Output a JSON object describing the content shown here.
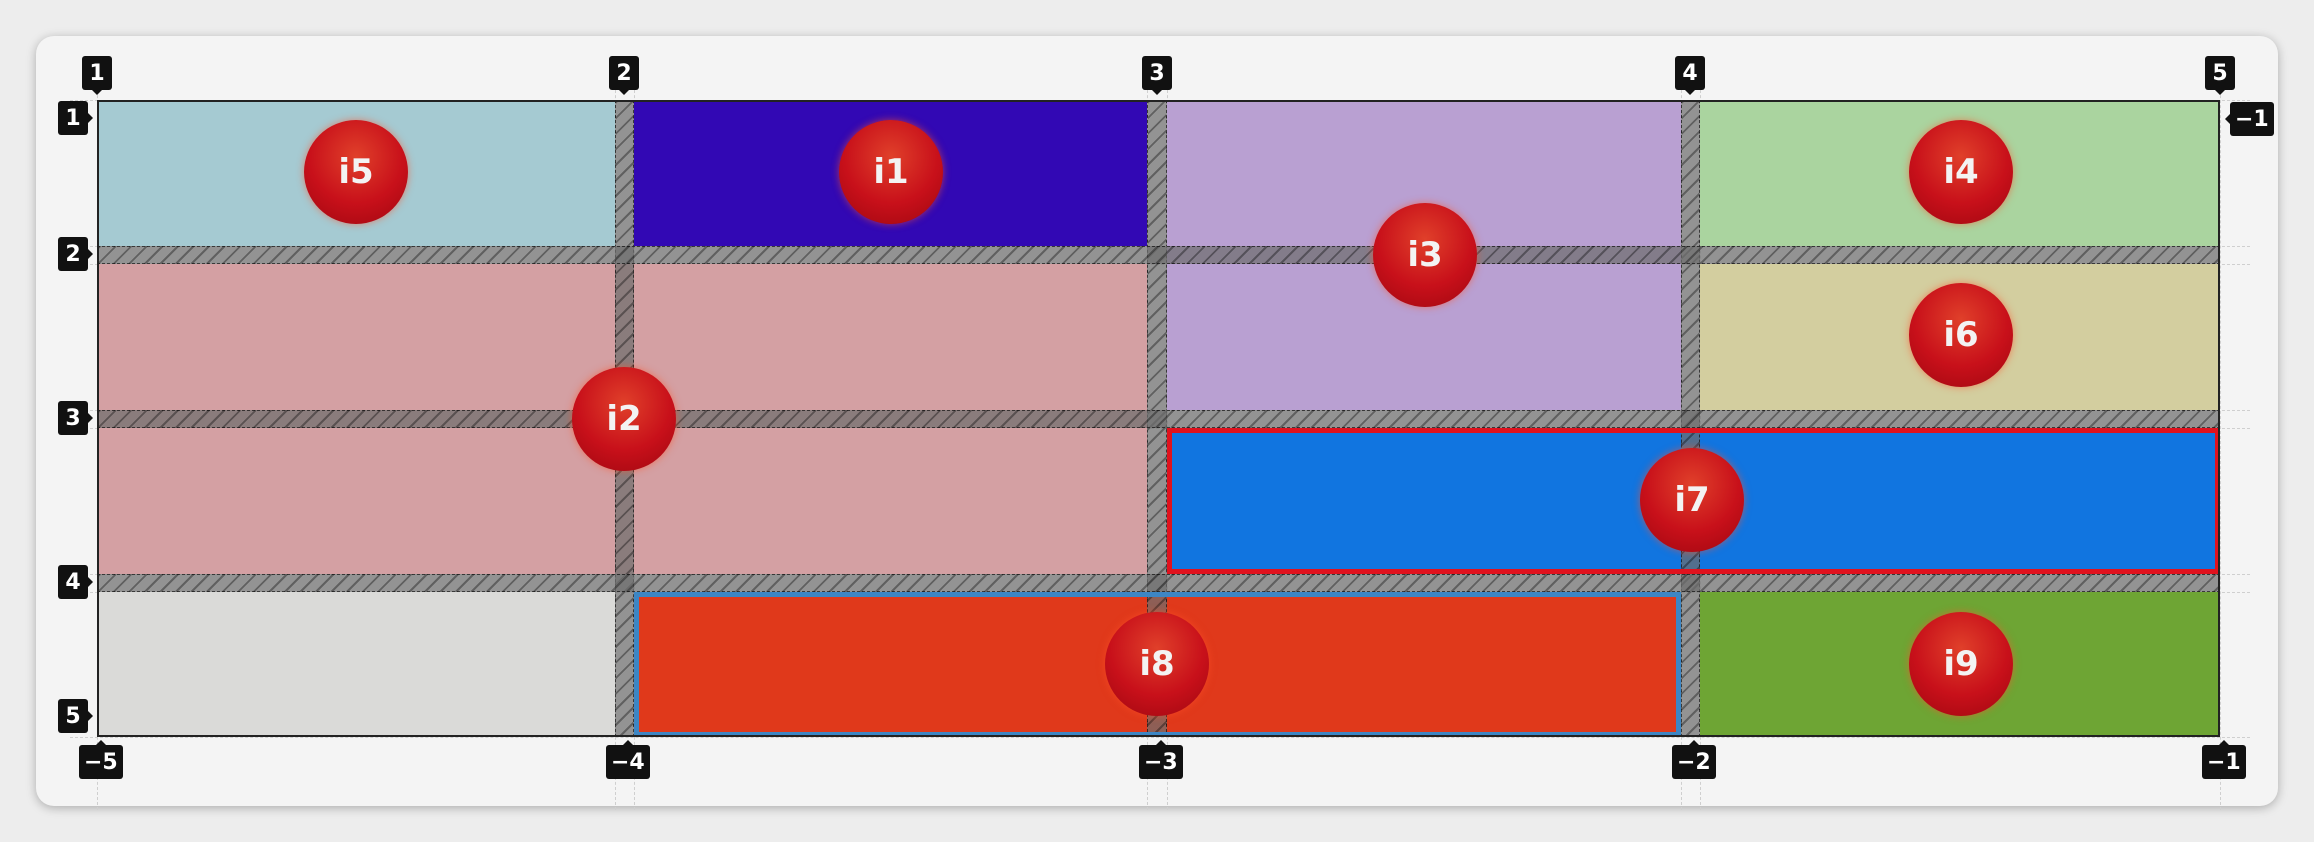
{
  "diagram": {
    "column_lines_start": [
      "1",
      "2",
      "3",
      "4",
      "5"
    ],
    "column_lines_end": [
      "−5",
      "−4",
      "−3",
      "−2",
      "−1"
    ],
    "row_lines_start": [
      "1",
      "2",
      "3",
      "4",
      "5"
    ],
    "row_lines_end": [
      "−1"
    ],
    "items": [
      {
        "label": "i5",
        "color": "#a5cad2"
      },
      {
        "label": "i1",
        "color": "#3208b4"
      },
      {
        "label": "i3",
        "color": "#b9a0d2"
      },
      {
        "label": "i4",
        "color": "#aad49f"
      },
      {
        "label": "i2",
        "color": "#d4a0a3"
      },
      {
        "label": "i6",
        "color": "#d3ce9f"
      },
      {
        "label": "i7",
        "color": "#1175e0",
        "outline": "#e0121e"
      },
      {
        "label": "i8",
        "color": "#e0391b",
        "outline": "#3d86c4"
      },
      {
        "label": "i9",
        "color": "#6ea534"
      }
    ],
    "empty_cell_color": "#dadad8",
    "gap_color": "#8a8a8a"
  }
}
